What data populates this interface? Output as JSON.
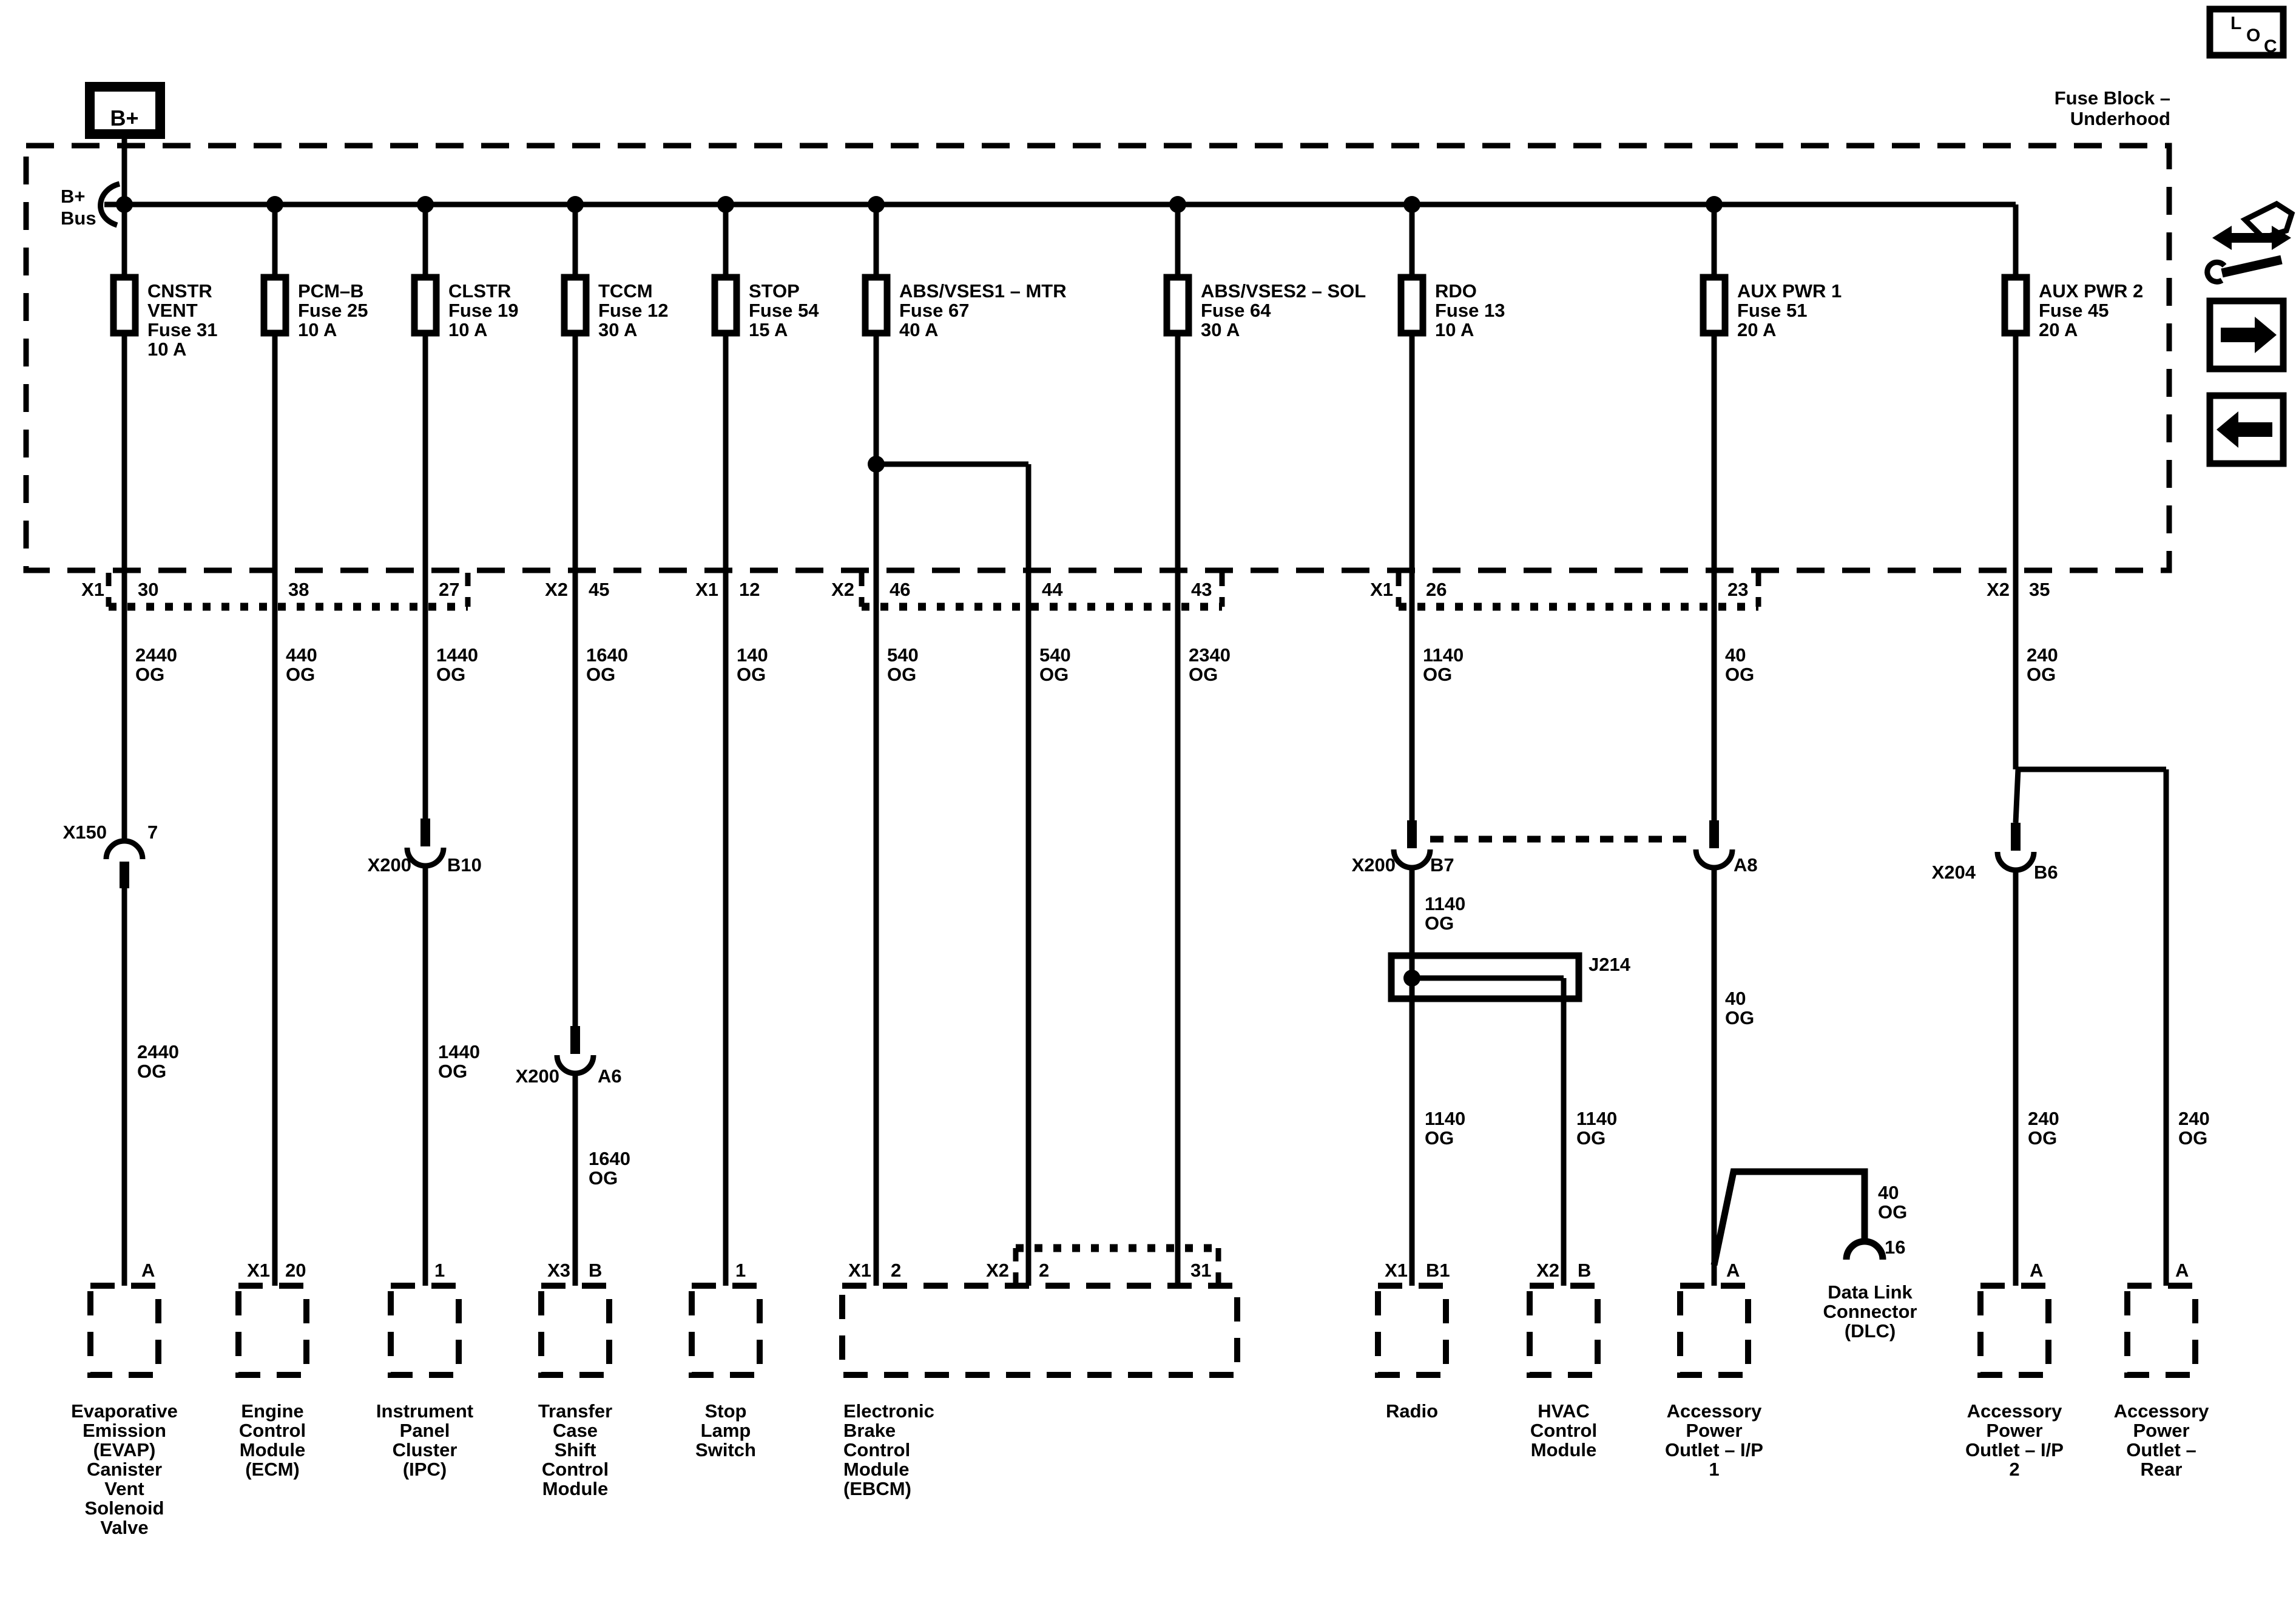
{
  "header": {
    "b_plus": "B+",
    "bus_lines": [
      "B+",
      "Bus"
    ],
    "title_lines": [
      "Fuse Block –",
      "Underhood"
    ]
  },
  "loc_icon": {
    "letters": [
      "L",
      "O",
      "C"
    ]
  },
  "fuses": [
    {
      "lines": [
        "CNSTR",
        "VENT",
        "Fuse 31",
        "10 A"
      ]
    },
    {
      "lines": [
        "PCM–B",
        "Fuse 25",
        "10 A"
      ]
    },
    {
      "lines": [
        "CLSTR",
        "Fuse 19",
        "10 A"
      ]
    },
    {
      "lines": [
        "TCCM",
        "Fuse 12",
        "30 A"
      ]
    },
    {
      "lines": [
        "STOP",
        "Fuse 54",
        "15 A"
      ]
    },
    {
      "lines": [
        "ABS/VSES1 – MTR",
        "Fuse 67",
        "40 A"
      ]
    },
    {
      "lines": [
        "ABS/VSES2 – SOL",
        "Fuse 64",
        "30 A"
      ]
    },
    {
      "lines": [
        "RDO",
        "Fuse 13",
        "10 A"
      ]
    },
    {
      "lines": [
        "AUX PWR 1",
        "Fuse 51",
        "20 A"
      ]
    },
    {
      "lines": [
        "AUX PWR 2",
        "Fuse 45",
        "20 A"
      ]
    }
  ],
  "block_pins": [
    {
      "prefix": "X1",
      "pin": "30"
    },
    {
      "pin": "38"
    },
    {
      "pin": "27"
    },
    {
      "prefix": "X2",
      "pin": "45"
    },
    {
      "prefix": "X1",
      "pin": "12"
    },
    {
      "prefix": "X2",
      "pin": "46"
    },
    {
      "pin": "44"
    },
    {
      "pin": "43"
    },
    {
      "prefix": "X1",
      "pin": "26"
    },
    {
      "pin": "23"
    },
    {
      "prefix": "X2",
      "pin": "35"
    }
  ],
  "wire_labels": [
    {
      "lines": [
        "2440",
        "OG"
      ]
    },
    {
      "lines": [
        "440",
        "OG"
      ]
    },
    {
      "lines": [
        "1440",
        "OG"
      ]
    },
    {
      "lines": [
        "1640",
        "OG"
      ]
    },
    {
      "lines": [
        "140",
        "OG"
      ]
    },
    {
      "lines": [
        "540",
        "OG"
      ]
    },
    {
      "lines": [
        "540",
        "OG"
      ]
    },
    {
      "lines": [
        "2340",
        "OG"
      ]
    },
    {
      "lines": [
        "1140",
        "OG"
      ]
    },
    {
      "lines": [
        "40",
        "OG"
      ]
    },
    {
      "lines": [
        "240",
        "OG"
      ]
    },
    {
      "lines": [
        "1140",
        "OG"
      ]
    },
    {
      "lines": [
        "40",
        "OG"
      ]
    },
    {
      "lines": [
        "2440",
        "OG"
      ]
    },
    {
      "lines": [
        "1440",
        "OG"
      ]
    },
    {
      "lines": [
        "1640",
        "OG"
      ]
    },
    {
      "lines": [
        "1140",
        "OG"
      ]
    },
    {
      "lines": [
        "1140",
        "OG"
      ]
    },
    {
      "lines": [
        "240",
        "OG"
      ]
    },
    {
      "lines": [
        "240",
        "OG"
      ]
    },
    {
      "lines": [
        "40",
        "OG"
      ]
    }
  ],
  "connectors": {
    "x150": {
      "name": "X150",
      "pin": "7"
    },
    "b10": {
      "name": "X200",
      "pin": "B10"
    },
    "a6": {
      "name": "X200",
      "pin": "A6"
    },
    "b7": {
      "name": "X200",
      "pin": "B7"
    },
    "a8": {
      "pin": "A8"
    },
    "b6": {
      "name": "X204",
      "pin": "B6"
    },
    "splice": "J214"
  },
  "dlc": {
    "pin": "16",
    "label_lines": [
      "Data Link",
      "Connector",
      "(DLC)"
    ]
  },
  "component_pins": [
    {
      "pin": "A"
    },
    {
      "prefix": "X1",
      "pin": "20"
    },
    {
      "pin": "1"
    },
    {
      "prefix": "X3",
      "pin": "B"
    },
    {
      "pin": "1"
    },
    {
      "prefix": "X1",
      "pin": "2"
    },
    {
      "prefix": "X2",
      "pin": "2"
    },
    {
      "pin": "31"
    },
    {
      "prefix": "X1",
      "pin": "B1"
    },
    {
      "prefix": "X2",
      "pin": "B"
    },
    {
      "pin": "A"
    },
    {
      "pin": "A"
    },
    {
      "pin": "A"
    }
  ],
  "components": [
    {
      "lines": [
        "Evaporative",
        "Emission",
        "(EVAP)",
        "Canister",
        "Vent",
        "Solenoid",
        "Valve"
      ]
    },
    {
      "lines": [
        "Engine",
        "Control",
        "Module",
        "(ECM)"
      ]
    },
    {
      "lines": [
        "Instrument",
        "Panel",
        "Cluster",
        "(IPC)"
      ]
    },
    {
      "lines": [
        "Transfer",
        "Case",
        "Shift",
        "Control",
        "Module"
      ]
    },
    {
      "lines": [
        "Stop",
        "Lamp",
        "Switch"
      ]
    },
    {
      "lines": [
        "Electronic",
        "Brake",
        "Control",
        "Module",
        "(EBCM)"
      ]
    },
    {
      "lines": [
        "Radio"
      ]
    },
    {
      "lines": [
        "HVAC",
        "Control",
        "Module"
      ]
    },
    {
      "lines": [
        "Accessory",
        "Power",
        "Outlet – I/P",
        "1"
      ]
    },
    {
      "lines": [
        "Accessory",
        "Power",
        "Outlet – I/P",
        "2"
      ]
    },
    {
      "lines": [
        "Accessory",
        "Power",
        "Outlet –",
        "Rear"
      ]
    }
  ],
  "colors": {
    "ink": "#000000",
    "background": "#ffffff"
  }
}
